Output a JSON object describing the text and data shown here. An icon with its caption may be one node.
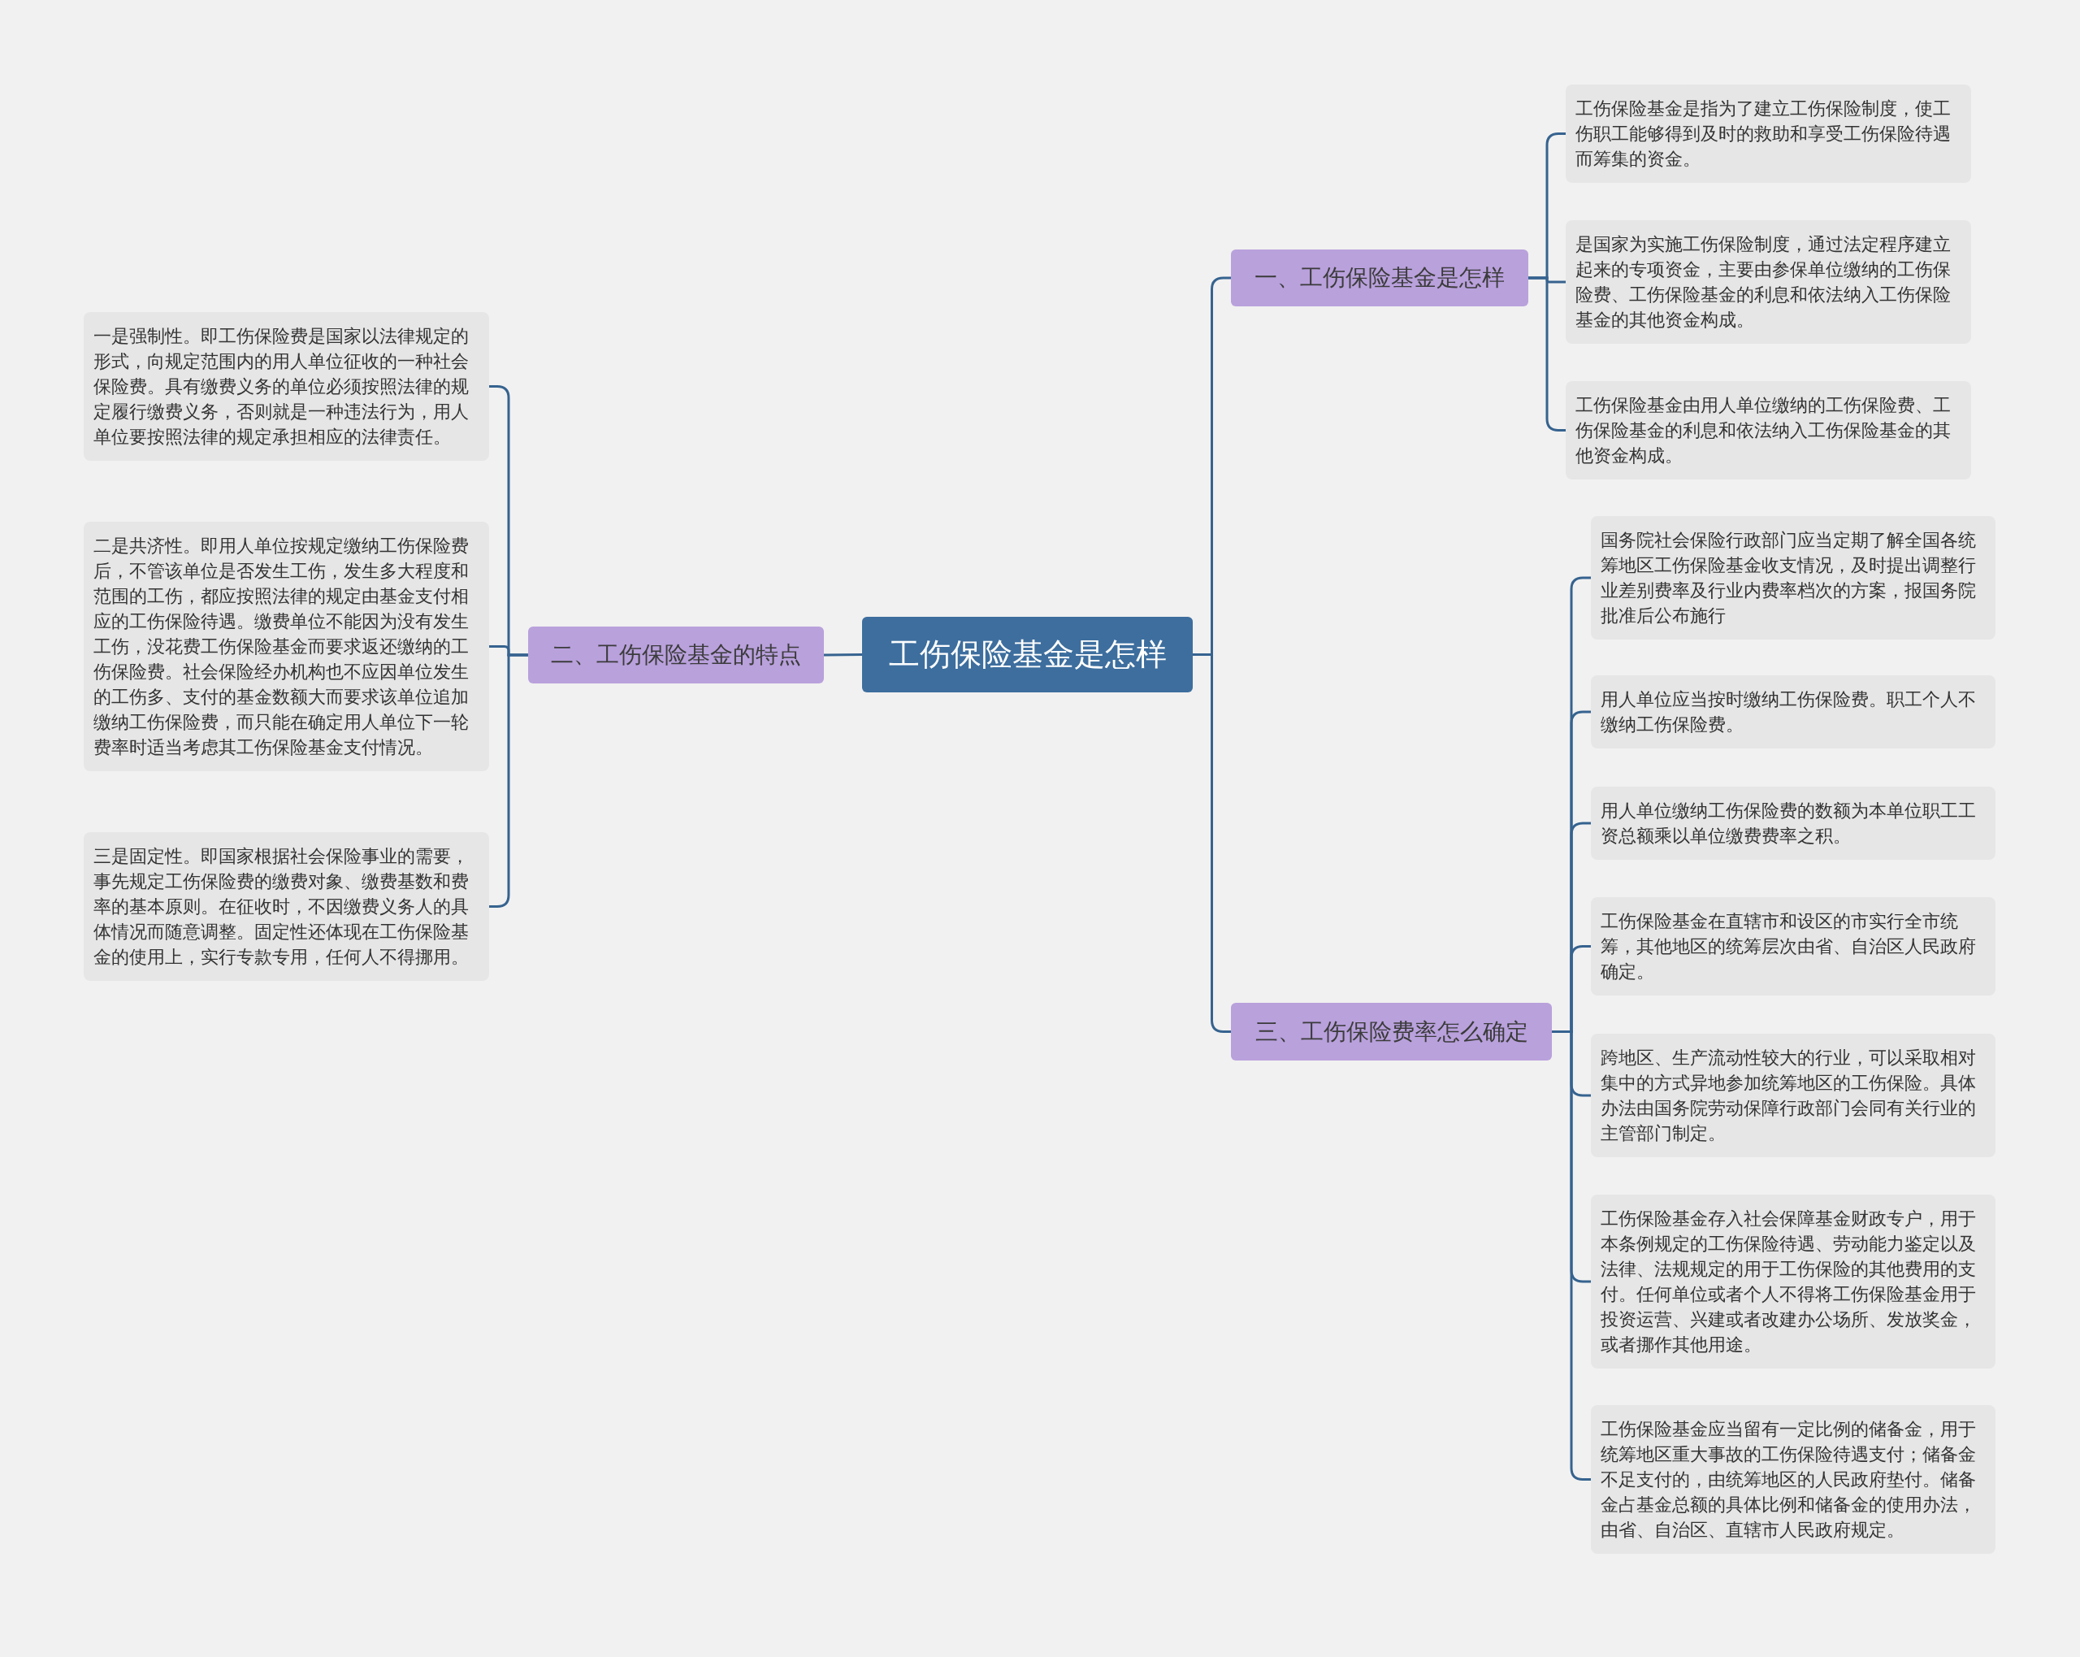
{
  "diagram": {
    "nodes": [
      {
        "text": [
          "工伤保险基金是怎样"
        ]
      },
      {
        "text": [
          "一、工伤保险基金是怎样"
        ]
      },
      {
        "text": [
          "工伤保险基金是指为了建立工伤保险制度，使工伤职工能够得到及时的救助和享受工伤保险待遇而筹集的资金。"
        ]
      },
      {
        "text": [
          "是国家为实施工伤保险制度，通过法定程序建立起来的专项资金，主要由参保单位缴纳的工伤保险费、工伤保险基金的利息和依法纳入工伤保险基金的其他资金构成。"
        ]
      },
      {
        "text": [
          "工伤保险基金由用人单位缴纳的工伤保险费、工伤保险基金的利息和依法纳入工伤保险基金的其他资金构成。"
        ]
      },
      {
        "text": [
          "二、工伤保险基金的特点"
        ]
      },
      {
        "text": [
          "一是强制性。即工伤保险费是国家以法律规定的形式，向规定范围内的用人单位征收的一种社会保险费。具有缴费义务的单位必须按照法律的规定履行缴费义务，否则就是一种违法行为，用人单位要按照法律的规定承担相应的法律责任。"
        ]
      },
      {
        "text": [
          "二是共济性。即用人单位按规定缴纳工伤保险费后，不管该单位是否发生工伤，发生多大程度和范围的工伤，都应按照法律的规定由基金支付相应的工伤保险待遇。缴费单位不能因为没有发生工伤，没花费工伤保险基金而要求返还缴纳的工伤保险费。社会保险经办机构也不应因单位发生的工伤多、支付的基金数额大而要求该单位追加缴纳工伤保险费，而只能在确定用人单位下一轮费率时适当考虑其工伤保险基金支付情况。"
        ]
      },
      {
        "text": [
          "三是固定性。即国家根据社会保险事业的需要，事先规定工伤保险费的缴费对象、缴费基数和费率的基本原则。在征收时，不因缴费义务人的具体情况而随意调整。固定性还体现在工伤保险基金的使用上，实行专款专用，任何人不得挪用。"
        ]
      },
      {
        "text": [
          "三、工伤保险费率怎么确定"
        ]
      },
      {
        "text": [
          "国务院社会保险行政部门应当定期了解全国各统筹地区工伤保险基金收支情况，及时提出调整行业差别费率及行业内费率档次的方案，报国务院批准后公布施行"
        ]
      },
      {
        "text": [
          "用人单位应当按时缴纳工伤保险费。职工个人不缴纳工伤保险费。"
        ]
      },
      {
        "text": [
          "用人单位缴纳工伤保险费的数额为本单位职工工资总额乘以单位缴费费率之积。"
        ]
      },
      {
        "text": [
          "工伤保险基金在直辖市和设区的市实行全市统筹，其他地区的统筹层次由省、自治区人民政府确定。"
        ]
      },
      {
        "text": [
          "跨地区、生产流动性较大的行业，可以采取相对集中的方式异地参加统筹地区的工伤保险。具体办法由国务院劳动保障行政部门会同有关行业的主管部门制定。"
        ]
      },
      {
        "text": [
          "工伤保险基金存入社会保障基金财政专户，用于本条例规定的工伤保险待遇、劳动能力鉴定以及法律、法规规定的用于工伤保险的其他费用的支付。任何单位或者个人不得将工伤保险基金用于投资运营、兴建或者改建办公场所、发放奖金，或者挪作其他用途。"
        ]
      },
      {
        "text": [
          "工伤保险基金应当留有一定比例的储备金，用于统筹地区重大事故的工伤保险待遇支付；储备金不足支付的，由统筹地区的人民政府垫付。储备金占基金总额的具体比例和储备金的使用办法，由省、自治区、直辖市人民政府规定。"
        ]
      }
    ],
    "edges": [
      {
        "from": 0,
        "to": 1,
        "arrow": "none"
      },
      {
        "from": 1,
        "to": 2,
        "arrow": "none"
      },
      {
        "from": 1,
        "to": 3,
        "arrow": "none"
      },
      {
        "from": 1,
        "to": 4,
        "arrow": "none"
      },
      {
        "from": 0,
        "to": 5,
        "arrow": "none"
      },
      {
        "from": 5,
        "to": 6,
        "arrow": "none"
      },
      {
        "from": 5,
        "to": 7,
        "arrow": "none"
      },
      {
        "from": 5,
        "to": 8,
        "arrow": "none"
      },
      {
        "from": 0,
        "to": 9,
        "arrow": "none"
      },
      {
        "from": 9,
        "to": 10,
        "arrow": "none"
      },
      {
        "from": 9,
        "to": 11,
        "arrow": "none"
      },
      {
        "from": 9,
        "to": 12,
        "arrow": "none"
      },
      {
        "from": 9,
        "to": 13,
        "arrow": "none"
      },
      {
        "from": 9,
        "to": 14,
        "arrow": "none"
      },
      {
        "from": 9,
        "to": 15,
        "arrow": "none"
      },
      {
        "from": 9,
        "to": 16,
        "arrow": "none"
      }
    ]
  }
}
